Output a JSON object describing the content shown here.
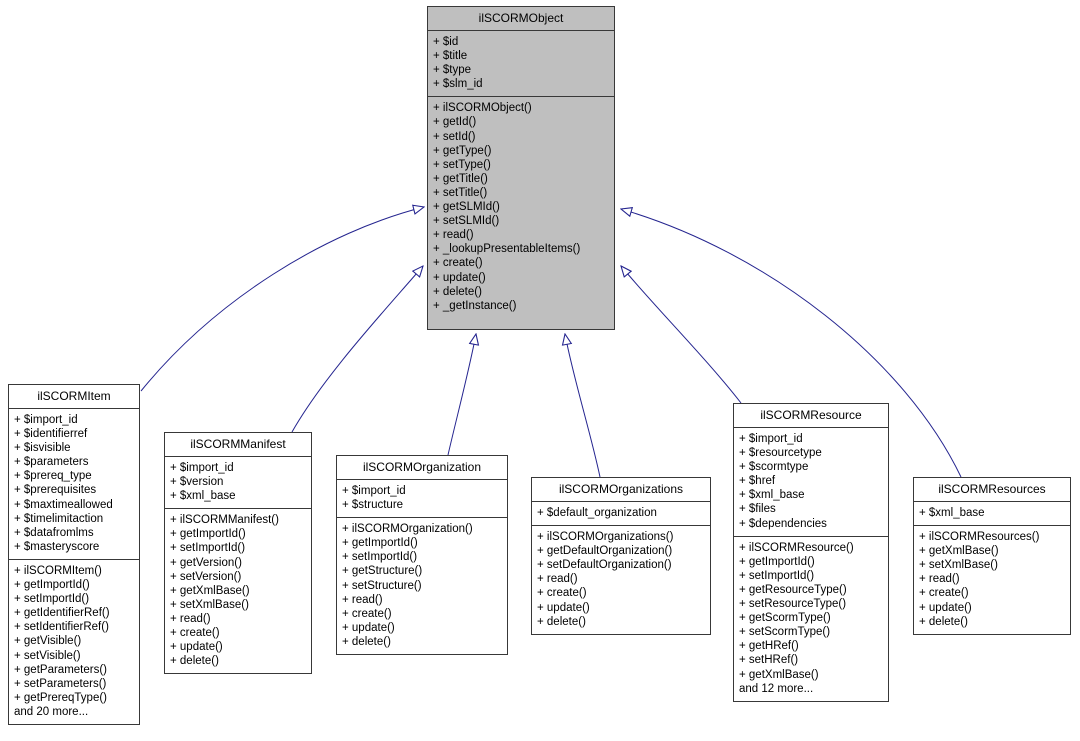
{
  "diagram": {
    "type": "uml-class-inheritance",
    "colors": {
      "edge": "#24248f",
      "node_border": "#383838",
      "highlight_fill": "#bfbfbf",
      "node_fill": "#ffffff",
      "background": "#ffffff"
    },
    "classes": [
      {
        "name": "ilSCORMObject",
        "highlighted": true,
        "attributes": [
          "+ $id",
          "+ $title",
          "+ $type",
          "+ $slm_id"
        ],
        "methods": [
          "+ ilSCORMObject()",
          "+ getId()",
          "+ setId()",
          "+ getType()",
          "+ setType()",
          "+ getTitle()",
          "+ setTitle()",
          "+ getSLMId()",
          "+ setSLMId()",
          "+ read()",
          "+ _lookupPresentableItems()",
          "+ create()",
          "+ update()",
          "+ delete()",
          "+ _getInstance()"
        ]
      },
      {
        "name": "ilSCORMItem",
        "highlighted": false,
        "attributes": [
          "+ $import_id",
          "+ $identifierref",
          "+ $isvisible",
          "+ $parameters",
          "+ $prereq_type",
          "+ $prerequisites",
          "+ $maxtimeallowed",
          "+ $timelimitaction",
          "+ $datafromlms",
          "+ $masteryscore"
        ],
        "methods": [
          "+ ilSCORMItem()",
          "+ getImportId()",
          "+ setImportId()",
          "+ getIdentifierRef()",
          "+ setIdentifierRef()",
          "+ getVisible()",
          "+ setVisible()",
          "+ getParameters()",
          "+ setParameters()",
          "+ getPrereqType()",
          "and 20 more..."
        ]
      },
      {
        "name": "ilSCORMManifest",
        "highlighted": false,
        "attributes": [
          "+ $import_id",
          "+ $version",
          "+ $xml_base"
        ],
        "methods": [
          "+ ilSCORMManifest()",
          "+ getImportId()",
          "+ setImportId()",
          "+ getVersion()",
          "+ setVersion()",
          "+ getXmlBase()",
          "+ setXmlBase()",
          "+ read()",
          "+ create()",
          "+ update()",
          "+ delete()"
        ]
      },
      {
        "name": "ilSCORMOrganization",
        "highlighted": false,
        "attributes": [
          "+ $import_id",
          "+ $structure"
        ],
        "methods": [
          "+ ilSCORMOrganization()",
          "+ getImportId()",
          "+ setImportId()",
          "+ getStructure()",
          "+ setStructure()",
          "+ read()",
          "+ create()",
          "+ update()",
          "+ delete()"
        ]
      },
      {
        "name": "ilSCORMOrganizations",
        "highlighted": false,
        "attributes": [
          "+ $default_organization"
        ],
        "methods": [
          "+ ilSCORMOrganizations()",
          "+ getDefaultOrganization()",
          "+ setDefaultOrganization()",
          "+ read()",
          "+ create()",
          "+ update()",
          "+ delete()"
        ]
      },
      {
        "name": "ilSCORMResource",
        "highlighted": false,
        "attributes": [
          "+ $import_id",
          "+ $resourcetype",
          "+ $scormtype",
          "+ $href",
          "+ $xml_base",
          "+ $files",
          "+ $dependencies"
        ],
        "methods": [
          "+ ilSCORMResource()",
          "+ getImportId()",
          "+ setImportId()",
          "+ getResourceType()",
          "+ setResourceType()",
          "+ getScormType()",
          "+ setScormType()",
          "+ getHRef()",
          "+ setHRef()",
          "+ getXmlBase()",
          "and 12 more..."
        ]
      },
      {
        "name": "ilSCORMResources",
        "highlighted": false,
        "attributes": [
          "+ $xml_base"
        ],
        "methods": [
          "+ ilSCORMResources()",
          "+ getXmlBase()",
          "+ setXmlBase()",
          "+ read()",
          "+ create()",
          "+ update()",
          "+ delete()"
        ]
      }
    ],
    "relations": [
      {
        "from": "ilSCORMItem",
        "to": "ilSCORMObject",
        "type": "inheritance"
      },
      {
        "from": "ilSCORMManifest",
        "to": "ilSCORMObject",
        "type": "inheritance"
      },
      {
        "from": "ilSCORMOrganization",
        "to": "ilSCORMObject",
        "type": "inheritance"
      },
      {
        "from": "ilSCORMOrganizations",
        "to": "ilSCORMObject",
        "type": "inheritance"
      },
      {
        "from": "ilSCORMResource",
        "to": "ilSCORMObject",
        "type": "inheritance"
      },
      {
        "from": "ilSCORMResources",
        "to": "ilSCORMObject",
        "type": "inheritance"
      }
    ]
  }
}
